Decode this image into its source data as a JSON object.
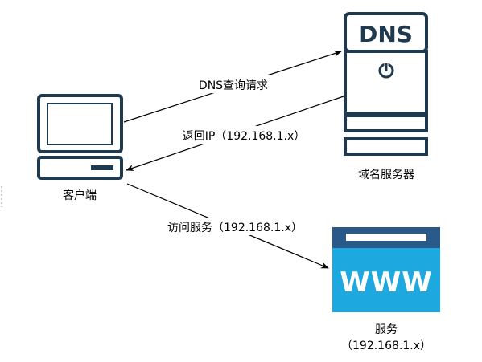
{
  "nodes": {
    "client": {
      "label": "客户端"
    },
    "dns_server": {
      "label": "域名服务器",
      "badge": "DNS"
    },
    "web_service": {
      "label_line1": "服务",
      "label_line2": "（192.168.1.x）",
      "badge": "WWW"
    }
  },
  "edges": {
    "dns_query": {
      "label": "DNS查询请求"
    },
    "return_ip": {
      "label": "返回IP（192.168.1.x）"
    },
    "access_service": {
      "label": "访问服务（192.168.1.x）"
    }
  },
  "colors": {
    "outline": "#1f3a4f",
    "web_header": "#2a5a8a",
    "web_body": "#1ea8e0",
    "edge": "#000000"
  },
  "icons": {
    "client": "computer-monitor-icon",
    "dns": "server-tower-icon",
    "power": "power-icon",
    "web": "browser-window-icon"
  }
}
